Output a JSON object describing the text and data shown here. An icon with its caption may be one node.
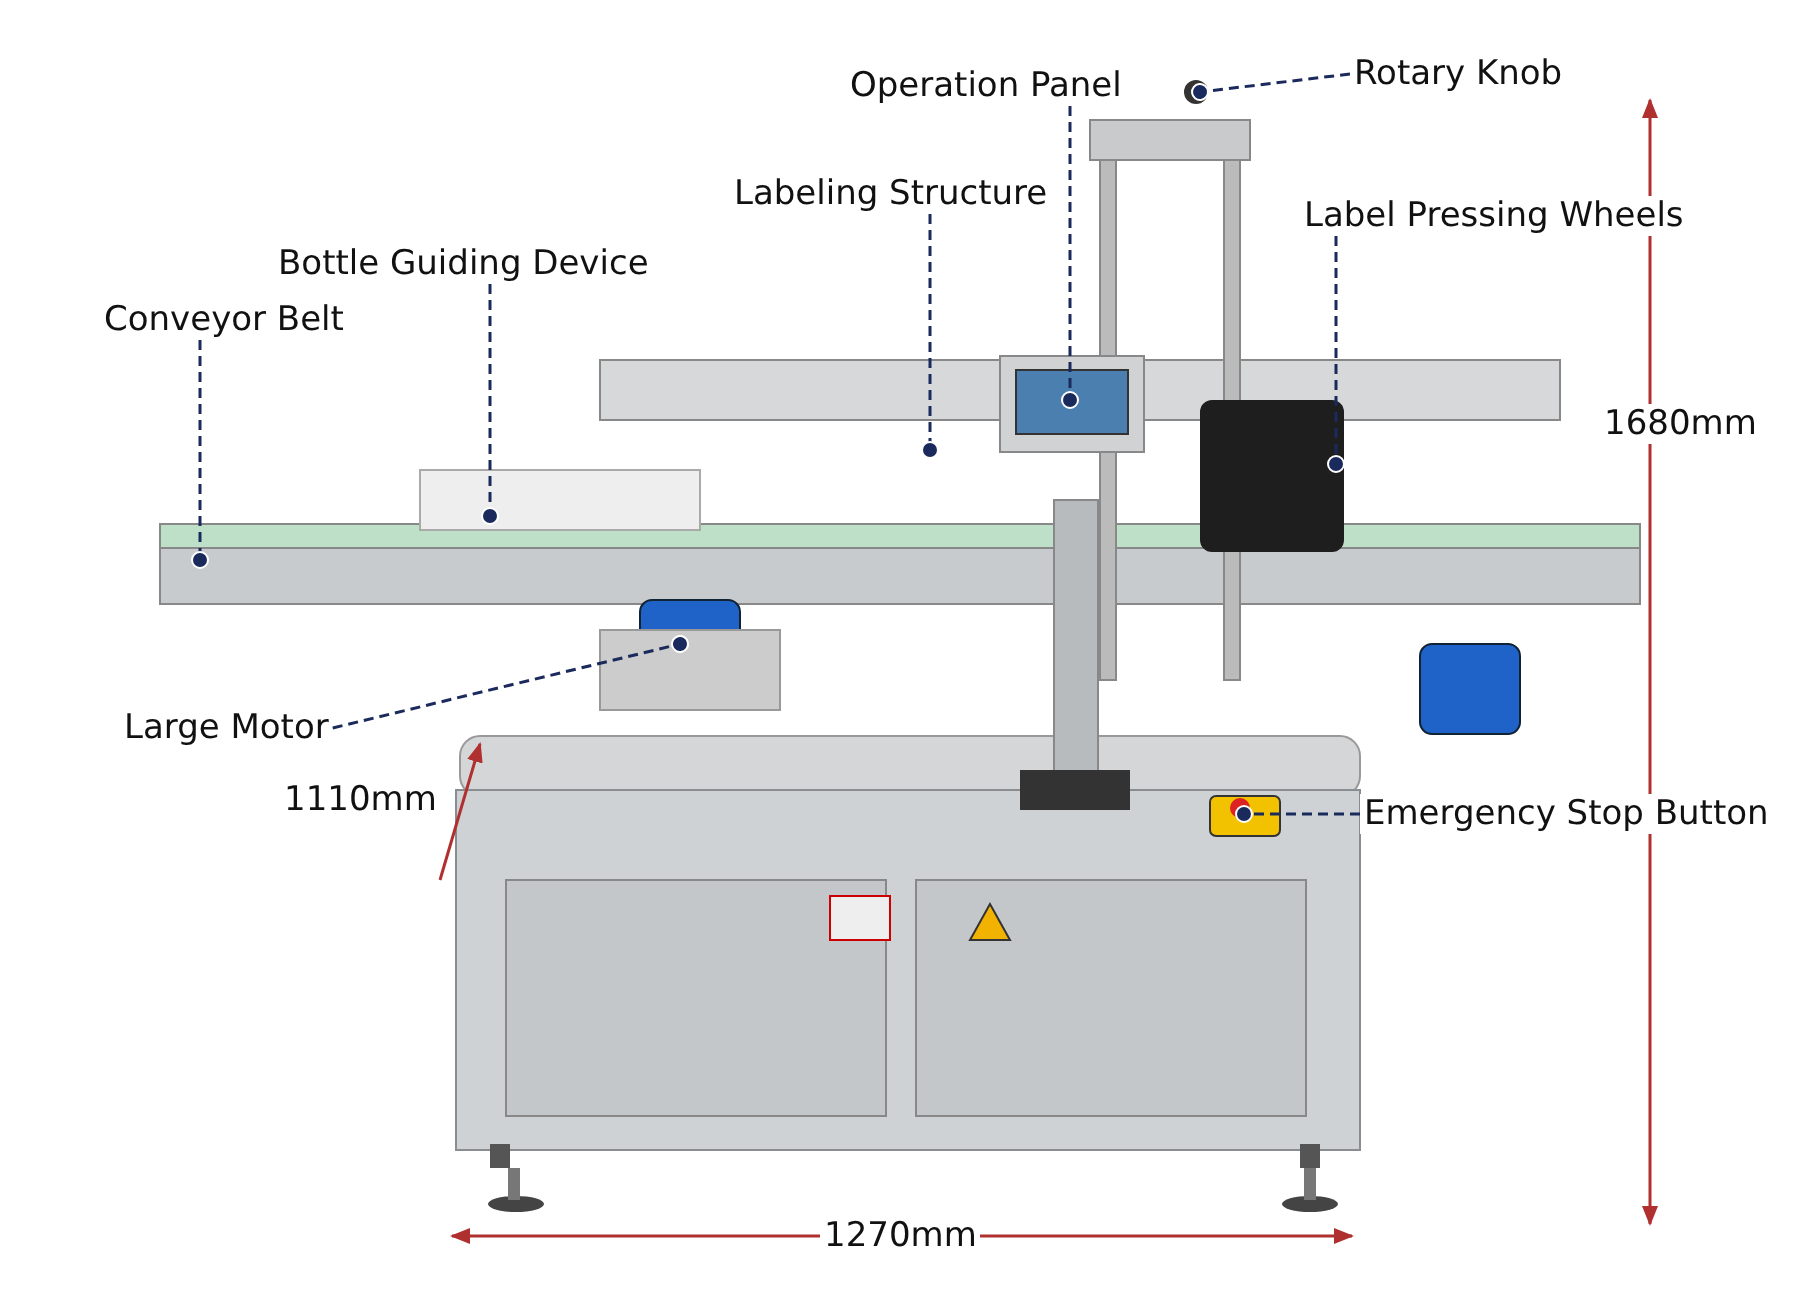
{
  "diagram": {
    "nodes": [
      {
        "text": [
          "Operation Panel"
        ]
      },
      {
        "text": [
          "Rotary Knob"
        ]
      },
      {
        "text": [
          "Labeling Structure"
        ]
      },
      {
        "text": [
          "Label Pressing Wheels"
        ]
      },
      {
        "text": [
          "Bottle Guiding Device"
        ]
      },
      {
        "text": [
          "Conveyor Belt"
        ]
      },
      {
        "text": [
          "Large Motor"
        ]
      },
      {
        "text": [
          "Emergency Stop Button"
        ]
      }
    ],
    "edges": [
      {
        "from": 0,
        "to": null,
        "arrow": "other",
        "style": "dashed"
      },
      {
        "from": 1,
        "to": null,
        "arrow": "other",
        "style": "dashed"
      },
      {
        "from": 2,
        "to": null,
        "arrow": "other",
        "style": "dashed"
      },
      {
        "from": 3,
        "to": null,
        "arrow": "other",
        "style": "dashed"
      },
      {
        "from": 4,
        "to": null,
        "arrow": "other",
        "style": "dashed"
      },
      {
        "from": 5,
        "to": null,
        "arrow": "other",
        "style": "dashed"
      },
      {
        "from": 6,
        "to": null,
        "arrow": "other",
        "style": "dashed"
      },
      {
        "from": 7,
        "to": null,
        "arrow": "other",
        "style": "dashed"
      }
    ],
    "labels": [
      "1680mm",
      "1110mm",
      "1270mm"
    ]
  }
}
